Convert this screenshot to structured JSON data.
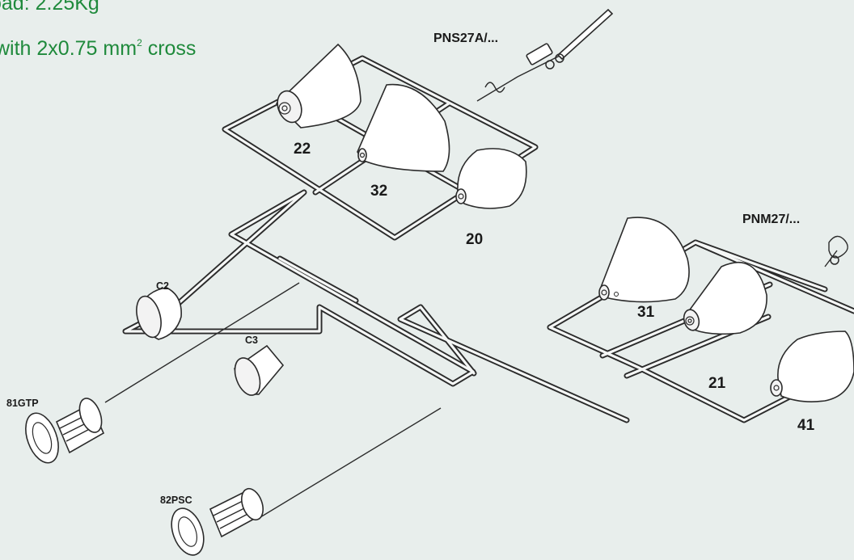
{
  "specs": {
    "load_text": "oad: 2.25Kg",
    "cable_text_before": "with 2x0.75 mm",
    "cable_sup": "2",
    "cable_text_after": " cross"
  },
  "colors": {
    "background": "#e8eeec",
    "spec_text": "#1f8a3c",
    "frame": "#2b2b2b"
  },
  "components": {
    "pns27a": "PNS27A/...",
    "pnm27": "PNM27/...",
    "shade_22": "22",
    "shade_32": "32",
    "shade_20": "20",
    "shade_31": "31",
    "shade_21": "21",
    "shade_41": "41",
    "cap_c2": "C2",
    "cap_c3": "C3",
    "holder_81gtp": "81GTP",
    "holder_82psc": "82PSC"
  }
}
